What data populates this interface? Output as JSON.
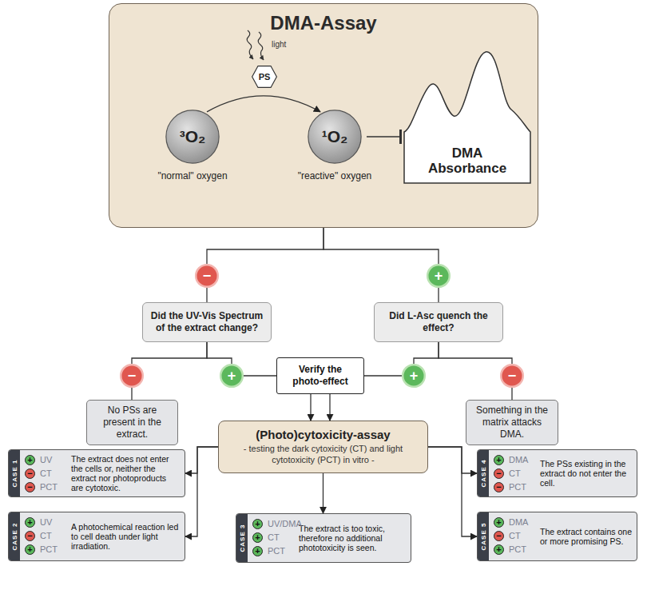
{
  "diagram": {
    "nodes": [
      {
        "text": [
          "DMA-Assay"
        ]
      },
      {
        "text": [
          "³O₂",
          "\"normal\" oxygen"
        ],
        "in": 0
      },
      {
        "text": [
          "PS"
        ],
        "in": 0
      },
      {
        "text": [
          "¹O₂",
          "\"reactive\" oxygen"
        ],
        "in": 0
      },
      {
        "text": [
          "DMA Absorbance"
        ],
        "in": 0
      },
      {
        "text": [
          "−"
        ]
      },
      {
        "text": [
          "+"
        ]
      },
      {
        "text": [
          "Did the UV-Vis Spectrum of the extract change?"
        ]
      },
      {
        "text": [
          "Did L-Asc quench the effect?"
        ]
      },
      {
        "text": [
          "−"
        ]
      },
      {
        "text": [
          "+"
        ]
      },
      {
        "text": [
          "Verify the photo-effect"
        ]
      },
      {
        "text": [
          "+"
        ]
      },
      {
        "text": [
          "−"
        ]
      },
      {
        "text": [
          "No PSs are present in the extract."
        ]
      },
      {
        "text": [
          "Something in the matrix attacks DMA."
        ]
      },
      {
        "text": [
          "(Photo)cytoxicity-assay",
          "- testing the dark cytoxicity (CT) and light cytotoxicity (PCT) in vitro -"
        ]
      },
      {
        "text": [
          "CASE 1",
          "The extract does not enter the cells or, neither the extract nor photoproducts are cytotoxic."
        ]
      },
      {
        "text": [
          "+",
          "UV"
        ],
        "in": 17
      },
      {
        "text": [
          "−",
          "CT"
        ],
        "in": 17
      },
      {
        "text": [
          "−",
          "PCT"
        ],
        "in": 17
      },
      {
        "text": [
          "CASE 2",
          "A photochemical reaction led to cell death under light irradiation."
        ]
      },
      {
        "text": [
          "+",
          "UV"
        ],
        "in": 21
      },
      {
        "text": [
          "−",
          "CT"
        ],
        "in": 21
      },
      {
        "text": [
          "+",
          "PCT"
        ],
        "in": 21
      },
      {
        "text": [
          "CASE 3",
          "The extract is too toxic, therefore no additional phototoxicity is seen."
        ]
      },
      {
        "text": [
          "+",
          "UV/DMA"
        ],
        "in": 25
      },
      {
        "text": [
          "+",
          "CT"
        ],
        "in": 25
      },
      {
        "text": [
          "+",
          "PCT"
        ],
        "in": 25
      },
      {
        "text": [
          "CASE 4",
          "The PSs existing in the extract do not enter the cell."
        ]
      },
      {
        "text": [
          "+",
          "DMA"
        ],
        "in": 29
      },
      {
        "text": [
          "−",
          "CT"
        ],
        "in": 29
      },
      {
        "text": [
          "−",
          "PCT"
        ],
        "in": 29
      },
      {
        "text": [
          "CASE 5",
          "The extract contains one or more promising PS."
        ]
      },
      {
        "text": [
          "+",
          "DMA"
        ],
        "in": 33
      },
      {
        "text": [
          "−",
          "CT"
        ],
        "in": 33
      },
      {
        "text": [
          "+",
          "PCT"
        ],
        "in": 33
      }
    ],
    "edges": [
      {
        "from": 1,
        "to": 3,
        "arrow": "to"
      },
      {
        "from": 3,
        "to": 4,
        "arrow": "to"
      },
      {
        "from": 0,
        "to": 5,
        "arrow": "none"
      },
      {
        "from": 0,
        "to": 6,
        "arrow": "none"
      },
      {
        "from": 5,
        "to": 7,
        "arrow": "none"
      },
      {
        "from": 6,
        "to": 8,
        "arrow": "none"
      },
      {
        "from": 7,
        "to": 9,
        "arrow": "none"
      },
      {
        "from": 7,
        "to": 10,
        "arrow": "none"
      },
      {
        "from": 8,
        "to": 12,
        "arrow": "none"
      },
      {
        "from": 8,
        "to": 13,
        "arrow": "none"
      },
      {
        "from": 9,
        "to": 14,
        "arrow": "none"
      },
      {
        "from": 13,
        "to": 15,
        "arrow": "none"
      },
      {
        "from": 10,
        "to": 11,
        "arrow": "none"
      },
      {
        "from": 12,
        "to": 11,
        "arrow": "none"
      },
      {
        "from": 11,
        "to": 16,
        "arrow": "to"
      },
      {
        "from": 11,
        "to": 16,
        "arrow": "to"
      },
      {
        "from": 16,
        "to": 17,
        "arrow": "to"
      },
      {
        "from": 16,
        "to": 21,
        "arrow": "to"
      },
      {
        "from": 16,
        "to": 25,
        "arrow": "to"
      },
      {
        "from": 16,
        "to": 29,
        "arrow": "to"
      },
      {
        "from": 16,
        "to": 33,
        "arrow": "to"
      }
    ],
    "labels": [
      "light"
    ]
  }
}
